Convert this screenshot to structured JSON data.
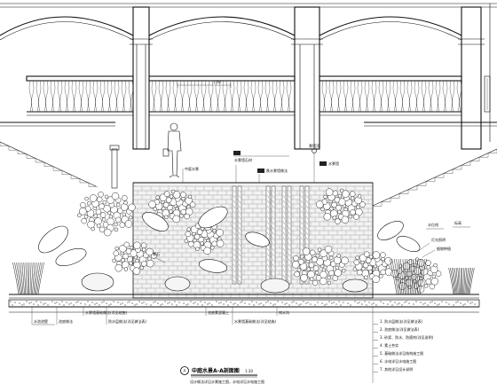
{
  "drawing": {
    "title": "中庭水景A-A剖面图",
    "title_scale": "1:30",
    "subtitle": "设计做法详见水景施工图，水电详见水电施工图",
    "section_marker": "A"
  },
  "top_dimension": "1.50",
  "callouts": [
    {
      "id": "c1",
      "text": "中庭水景"
    },
    {
      "id": "c2",
      "text": "水景墙石材"
    },
    {
      "id": "c3",
      "text": "跌水景墙做法"
    },
    {
      "id": "c4",
      "text": "景墙顶"
    },
    {
      "id": "c5",
      "text": "水景墙"
    },
    {
      "id": "c6",
      "text": "灯光照明"
    },
    {
      "id": "c7",
      "text": "植物种植"
    },
    {
      "id": "c8",
      "text": "水位线"
    },
    {
      "id": "c9",
      "text": "景石"
    },
    {
      "id": "c10",
      "text": "标高"
    }
  ],
  "bottom_labels": [
    {
      "id": "b1",
      "text": "水池池壁"
    },
    {
      "id": "b2",
      "text": "池底做法"
    },
    {
      "id": "b3",
      "text": "水景墙基础做法(详见结施)"
    },
    {
      "id": "b4",
      "text": "防水层做法(详见做法表)"
    },
    {
      "id": "b5",
      "text": "池底素混凝土"
    },
    {
      "id": "b6",
      "text": "水景墙基础做法(详见结施)"
    },
    {
      "id": "b7",
      "text": "排水沟"
    }
  ],
  "notes": [
    "1. 防水层做法(详见做法表)",
    "2. 池底做法(详见做法表)",
    "3. 砂浆、防水、防腐剂(详见说明)",
    "4. 素土夯实",
    "5. 基础做法详见结构施工图",
    "6. 水电详见水电施工图",
    "7. 其他详见设计说明"
  ]
}
